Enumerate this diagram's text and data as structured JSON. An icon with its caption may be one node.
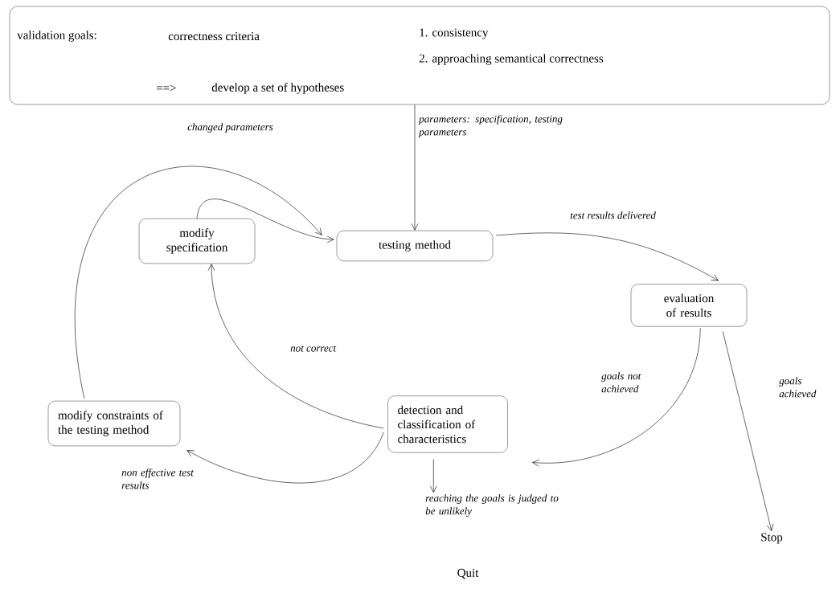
{
  "diagram": {
    "nodes": [
      {
        "text": [
          "validation goals:",
          "correctness criteria",
          "1. consistency",
          "2. approaching semantical correctness",
          "==>",
          "develop a set of hypotheses"
        ]
      },
      {
        "text": [
          "testing method"
        ]
      },
      {
        "text": [
          "evaluation of results"
        ]
      },
      {
        "text": [
          "modify specification"
        ]
      },
      {
        "text": [
          "modify constraints of the testing method"
        ]
      },
      {
        "text": [
          "detection and classification of characteristics"
        ]
      },
      {
        "text": [
          "Stop"
        ]
      }
    ],
    "edges": [
      {
        "from": 0,
        "to": 1,
        "arrow": "to",
        "label": "parameters: specification, testing parameters"
      },
      {
        "from": 1,
        "to": 2,
        "arrow": "to",
        "label": "test results delivered"
      },
      {
        "from": 2,
        "to": 5,
        "arrow": "to",
        "label": "goals not achieved"
      },
      {
        "from": 2,
        "to": 6,
        "arrow": "to",
        "label": "goals achieved"
      },
      {
        "from": 5,
        "to": 3,
        "arrow": "to",
        "label": "not correct"
      },
      {
        "from": 5,
        "to": 4,
        "arrow": "to",
        "label": "non effective test results"
      },
      {
        "from": 3,
        "to": 1,
        "arrow": "to"
      },
      {
        "from": 4,
        "to": 1,
        "arrow": "to",
        "label": "changed parameters"
      },
      {
        "from": 5,
        "to": null,
        "arrow": "to",
        "label": "reaching the goals is judged to be unlikely"
      }
    ],
    "labels": [
      "Quit"
    ]
  }
}
